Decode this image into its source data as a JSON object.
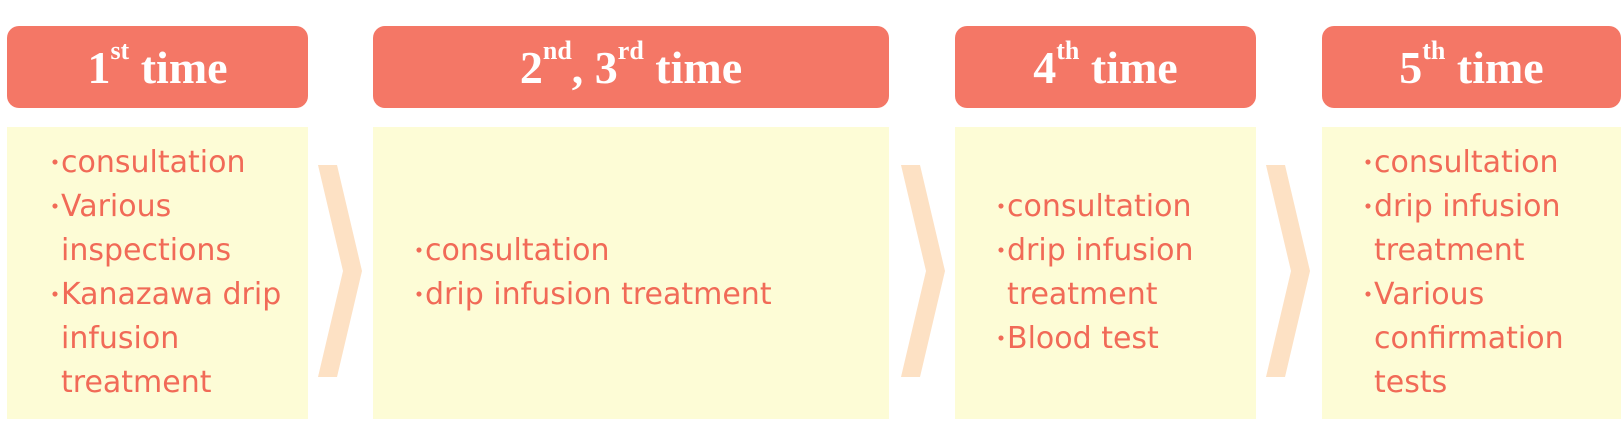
{
  "stages": [
    {
      "number": "1",
      "suffix": "st",
      "title_rest": " time",
      "items": [
        "consultation",
        "Various inspections",
        "Kanazawa drip infusion treatment"
      ]
    },
    {
      "number": "2",
      "suffix": "nd",
      "number_2": ", 3",
      "suffix_2": "rd",
      "title_rest": " time",
      "items": [
        "consultation",
        "drip infusion treatment"
      ]
    },
    {
      "number": "4",
      "suffix": "th",
      "title_rest": " time",
      "items": [
        "consultation",
        "drip infusion treatment",
        "Blood test"
      ]
    },
    {
      "number": "5",
      "suffix": "th",
      "title_rest": " time",
      "items": [
        "consultation",
        "drip infusion treatment",
        "Various confirmation tests"
      ]
    }
  ],
  "bullet_symbol": "・",
  "colors": {
    "header_bg": "#f47766",
    "header_text": "#ffffff",
    "box_bg": "#fdfcd6",
    "item_text": "#f16a57",
    "chevron": "#fde1c4"
  }
}
